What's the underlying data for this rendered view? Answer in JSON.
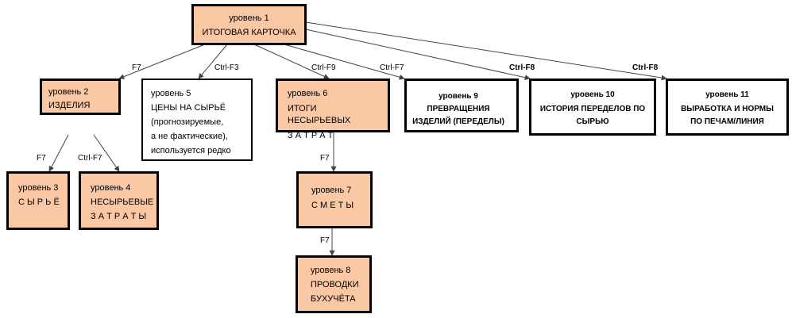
{
  "nodes": {
    "n1": {
      "l1": "уровень  1",
      "l2": "ИТОГОВАЯ КАРТОЧКА"
    },
    "n2": {
      "l1": "уровень 2",
      "l2": "ИЗДЕЛИЯ"
    },
    "n3": {
      "l1": "уровень 3",
      "l2": "С Ы Р Ь Ё"
    },
    "n4": {
      "l1": "уровень 4",
      "l2": "НЕСЫРЬЕВЫЕ",
      "l3": "З А Т Р А Т Ы"
    },
    "n5": {
      "l1": "уровень 5",
      "l2": "ЦЕНЫ НА СЫРЬЁ",
      "l3": "(прогнозируемые,",
      "l4": "а не фактические),",
      "l5": "используется редко"
    },
    "n6": {
      "l1": "уровень 6",
      "l2": "ИТОГИ  НЕСЫРЬЕВЫХ",
      "l3": "З А Т Р А Т"
    },
    "n7": {
      "l1": "уровень 7",
      "l2": "С М Е Т Ы"
    },
    "n8": {
      "l1": "уровень 8",
      "l2": "ПРОВОДКИ",
      "l3": "БУХУЧЁТА"
    },
    "n9": {
      "l1": "уровень 9",
      "l2": "ПРЕВРАЩЕНИЯ",
      "l3": "ИЗДЕЛИЙ (ПЕРЕДЕЛЫ)"
    },
    "n10": {
      "l1": "уровень 10",
      "l2": "ИСТОРИЯ ПЕРЕДЕЛОВ ПО",
      "l3": "СЫРЬЮ"
    },
    "n11": {
      "l1": "уровень 11",
      "l2": "ВЫРАБОТКА И НОРМЫ",
      "l3": "ПО ПЕЧАМ/ЛИНИЯ"
    }
  },
  "keys": {
    "k2": "F7",
    "k5": "Ctrl-F3",
    "k6": "Ctrl-F9",
    "k9": "Ctrl-F7",
    "k10": "Ctrl-F8",
    "k11": "Ctrl-F8",
    "k3": "F7",
    "k4": "Ctrl-F7",
    "k7": "F7",
    "k8": "F7"
  },
  "colors": {
    "box_fill": "#fac8a4",
    "white_fill": "#ffffff",
    "line": "#444444"
  }
}
